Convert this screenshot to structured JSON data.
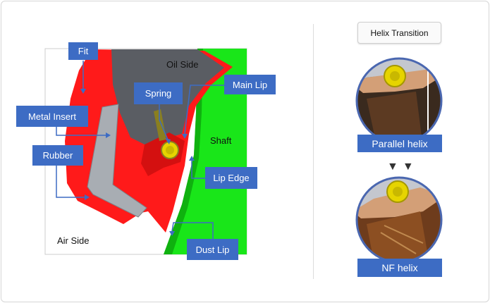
{
  "panel_title": "Helix Transition",
  "labels": {
    "fit": "Fit",
    "oil_side": "Oil Side",
    "main_lip": "Main Lip",
    "spring": "Spring",
    "metal_insert": "Metal Insert",
    "shaft": "Shaft",
    "rubber": "Rubber",
    "lip_edge": "Lip Edge",
    "air_side": "Air Side",
    "dust_lip": "Dust Lip"
  },
  "helix": {
    "parallel": "Parallel helix",
    "nf": "NF helix"
  },
  "colors": {
    "label_bg": "#3d6cc4",
    "rubber": "#ff1a1a",
    "shaft": "#19e619",
    "metal_insert": "#a8adb3",
    "spring": "#e6d400"
  },
  "icons": [
    "down-arrow-icon",
    "down-arrow-icon"
  ]
}
